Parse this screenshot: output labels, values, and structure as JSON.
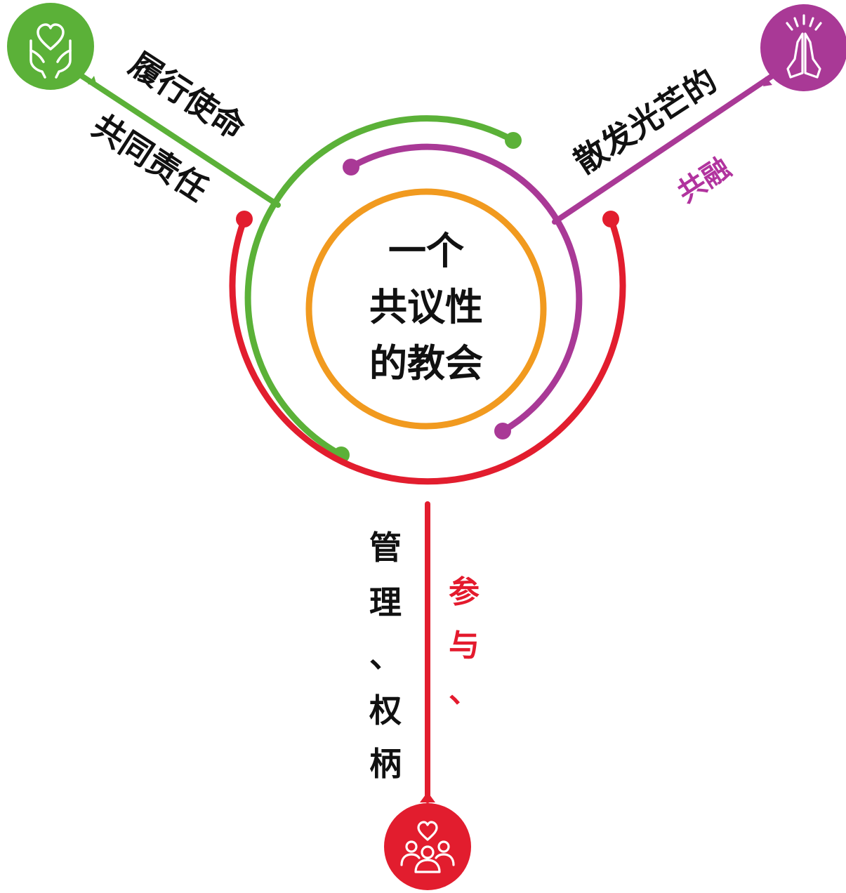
{
  "center": {
    "lines": [
      "一个",
      "共议性",
      "的教会"
    ]
  },
  "green_branch": {
    "color": "#5bb138",
    "icon": "heart-in-hands-icon",
    "label_outer": "履行使命",
    "label_inner": "共同责任"
  },
  "purple_branch": {
    "color": "#a93996",
    "icon": "praying-hands-icon",
    "label_main": "散发光芒的",
    "label_accent": "共融"
  },
  "red_branch": {
    "color": "#e21d2e",
    "icon": "community-heart-icon",
    "label_left": [
      "管",
      "理",
      "、",
      "权",
      "柄"
    ],
    "label_right": [
      "参",
      "与",
      "、"
    ]
  },
  "ring_colors": {
    "orange": "#f19a1f"
  }
}
